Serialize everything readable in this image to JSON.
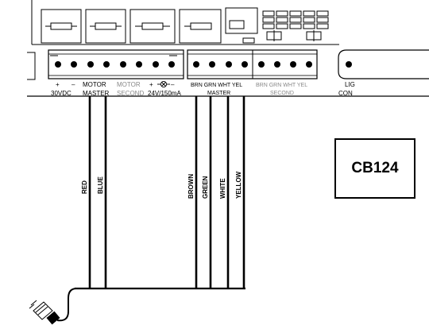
{
  "board": {
    "labels": {
      "power_plus": "+",
      "power_minus": "–",
      "power_voltage": "30VDC",
      "motor_master_1": "MOTOR",
      "motor_master_2": "MASTER",
      "motor_second_1": "MOTOR",
      "motor_second_2": "SECOND",
      "lamp_plus": "+",
      "lamp_minus": "–",
      "lamp_rating": "24V/150mA",
      "encoder_colors": "BRN GRN WHT YEL",
      "encoder_master": "MASTER",
      "encoder_second_1": "BRN GRN WHT YEL",
      "encoder_second_2": "SECOND",
      "light_1": "LIG",
      "light_2": "CON"
    }
  },
  "wires": {
    "red": "RED",
    "blue": "BLUE",
    "brown": "BROWN",
    "green": "GREEN",
    "white": "WHITE",
    "yellow": "YELLOW"
  },
  "tag": {
    "text": "CB124"
  }
}
